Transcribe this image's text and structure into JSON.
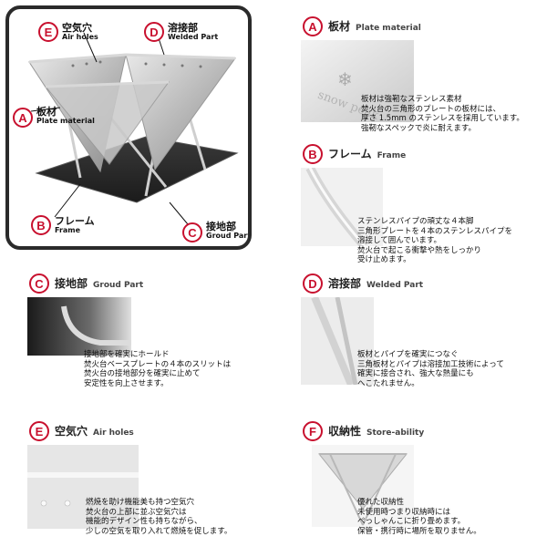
{
  "main_labels": {
    "E": {
      "letter": "E",
      "jp": "空気穴",
      "en": "Air holes"
    },
    "D": {
      "letter": "D",
      "jp": "溶接部",
      "en": "Welded Part"
    },
    "A": {
      "letter": "A",
      "jp": "板材",
      "en": "Plate material"
    },
    "B": {
      "letter": "B",
      "jp": "フレーム",
      "en": "Frame"
    },
    "C": {
      "letter": "C",
      "jp": "接地部",
      "en": "Groud Part"
    }
  },
  "sections": {
    "A": {
      "letter": "A",
      "title": "板材",
      "en": "Plate material",
      "desc": "板材は強靭なステンレス素材\n焚火台の三角形のプレートの板材には、\n厚さ 1.5mm のステンレスを採用しています。\n強靭なスペックで炎に耐えます。",
      "logo_text": "snow peak"
    },
    "B": {
      "letter": "B",
      "title": "フレーム",
      "en": "Frame",
      "desc": "ステンレスパイプの頑丈な４本脚\n三角形プレートを４本のステンレスパイプを\n溶接して囲んでいます。\n焚火台で起こる衝撃や熱をしっかり\n受け止めます。"
    },
    "C": {
      "letter": "C",
      "title": "接地部",
      "en": "Groud Part",
      "desc": "接地部を確実にホールド\n焚火台ベースプレートの４本のスリットは\n焚火台の接地部分を確実に止めて\n安定性を向上させます。"
    },
    "D": {
      "letter": "D",
      "title": "溶接部",
      "en": "Welded Part",
      "desc": "板材とパイプを確実につなぐ\n三角板材とパイプは溶接加工技術によって\n確実に接合され、強大な熱量にも\nへこたれません。"
    },
    "E": {
      "letter": "E",
      "title": "空気穴",
      "en": "Air holes",
      "desc": "燃焼を助け機能美も持つ空気穴\n焚火台の上部に並ぶ空気穴は\n機能的デザイン性も持ちながら、\n少しの空気を取り入れて燃焼を促します。"
    },
    "F": {
      "letter": "F",
      "title": "収納性",
      "en": "Store-ability",
      "desc": "優れた収納性\n未使用時つまり収納時には\nぺっしゃんこに折り畳めます。\n保管・携行時に場所を取りません。"
    }
  },
  "colors": {
    "accent": "#c8102e",
    "frame": "#2a2a2a"
  }
}
